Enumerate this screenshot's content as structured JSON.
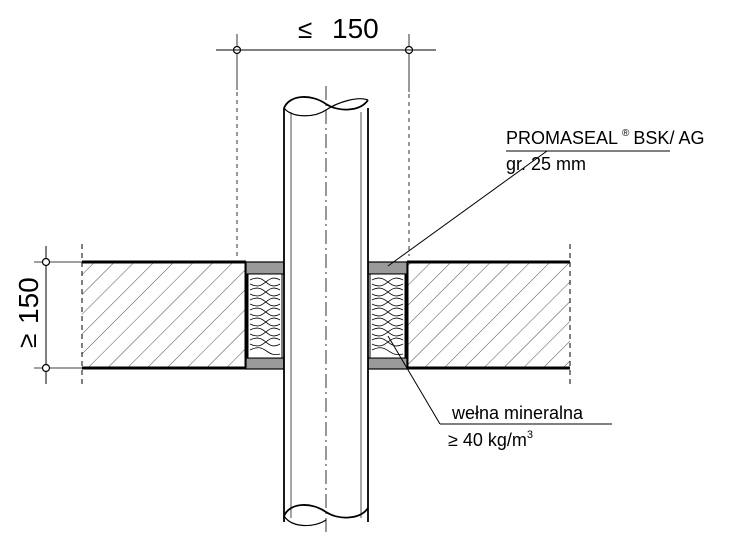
{
  "dimensions": {
    "top_gap": {
      "symbol": "≤",
      "value": "150"
    },
    "side_thickness": {
      "symbol": "≥",
      "value": "150"
    }
  },
  "labels": {
    "sealant": {
      "name": "PROMASEAL",
      "registered_mark": "®",
      "suffix": "BSK/ AG",
      "thickness": "gr. 25 mm"
    },
    "insulation": {
      "name": "wełna mineralna",
      "density": "≥ 40 kg/m",
      "density_exponent": "3"
    }
  },
  "colors": {
    "line": "#000000",
    "sealant_fill": "#9a9a9a",
    "background": "#ffffff"
  }
}
